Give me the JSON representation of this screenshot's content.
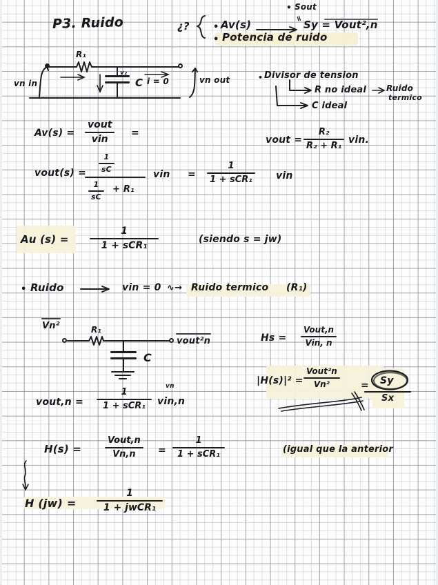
{
  "page": {
    "title": "P3. Ruido",
    "paper": "graph-paper",
    "ink_color": "#16181c",
    "highlight_color": "#f6efd2",
    "grid_color": "#787c88"
  },
  "header": {
    "title": "P3. Ruido",
    "question_mark": "¿?",
    "bullets": [
      {
        "label": "Av(s)",
        "arrow": "⟶",
        "result": "Sy = Vout²,n"
      },
      {
        "label": "Potencia de ruido",
        "highlighted": true
      }
    ],
    "sout_note": {
      "top": "Sout",
      "equals": "="
    }
  },
  "circuit1": {
    "source_label": "vn in",
    "resistor_label": "R₁",
    "capacitor_label": "C",
    "node_label": "v₂",
    "current_label": "i = 0",
    "output_label": "vn out",
    "arrow_label": "→"
  },
  "notes_right": {
    "divider_title": "Divisor de tension",
    "branch_r": "R no ideal",
    "branch_r_result": "Ruido",
    "branch_r_result2": "termico",
    "branch_c": "C ideal",
    "divider_formula": {
      "lhs": "vout =",
      "num": "R₂",
      "den": "R₂ + R₁",
      "rhs": "vin."
    }
  },
  "eq_av_def": {
    "lhs": "Av(s) =",
    "num": "vout",
    "den": "vin",
    "trailing": "="
  },
  "eq_vout_s": {
    "lhs": "vout(s) =",
    "num": "1/sC",
    "num_top": "1",
    "num_bottom": "sC",
    "den": "1/sC + R₁",
    "den_left_top": "1",
    "den_left_bottom": "sC",
    "den_right": "+ R₁",
    "mid": "vin",
    "eq2": "=",
    "rhs_num": "1",
    "rhs_den": "1 + sCR₁",
    "rhs_tail": "vin"
  },
  "eq_av_boxed": {
    "lhs": "Au (s) =",
    "num": "1",
    "den": "1 + sCR₁",
    "note": "(siendo  s = jw)",
    "highlighted": true
  },
  "noise_line": {
    "bullet": "•",
    "label": "Ruido",
    "arrow": "⟶",
    "cond": "vin = 0",
    "squiggle": "∿→",
    "result": "Ruido termico",
    "result_paren": "(R₁)"
  },
  "circuit2": {
    "input_label": "Vn²",
    "resistor_label": "R₁",
    "capacitor_label": "C",
    "output_label": "vout²n",
    "ground": "ground-symbol"
  },
  "eq_voutn": {
    "lhs": "vout,n =",
    "num": "1",
    "den": "1 + sCR₁",
    "rhs": "vin,n",
    "rhs_sup": "vn"
  },
  "eq_hs": {
    "lhs": "Hs =",
    "num": "Vout,n",
    "den": "Vin, n"
  },
  "eq_hs2": {
    "lhs": "|H(s)|² =",
    "num": "Vout²n",
    "den": "Vn²",
    "eq": "=",
    "res_num": "Sy",
    "res_den": "Sx",
    "highlighted": true,
    "circled": "Sy"
  },
  "eq_hs_final": {
    "lhs": "H(s)  =",
    "num": "Vout,n",
    "den": "Vn,n",
    "eq": "=",
    "rhs_num": "1",
    "rhs_den": "1 + sCR₁",
    "note": "(igual que la anterior"
  },
  "eq_hjw": {
    "lhs": "H (jw) =",
    "num": "1",
    "den": "1 + jwCR₁",
    "highlighted": true
  }
}
